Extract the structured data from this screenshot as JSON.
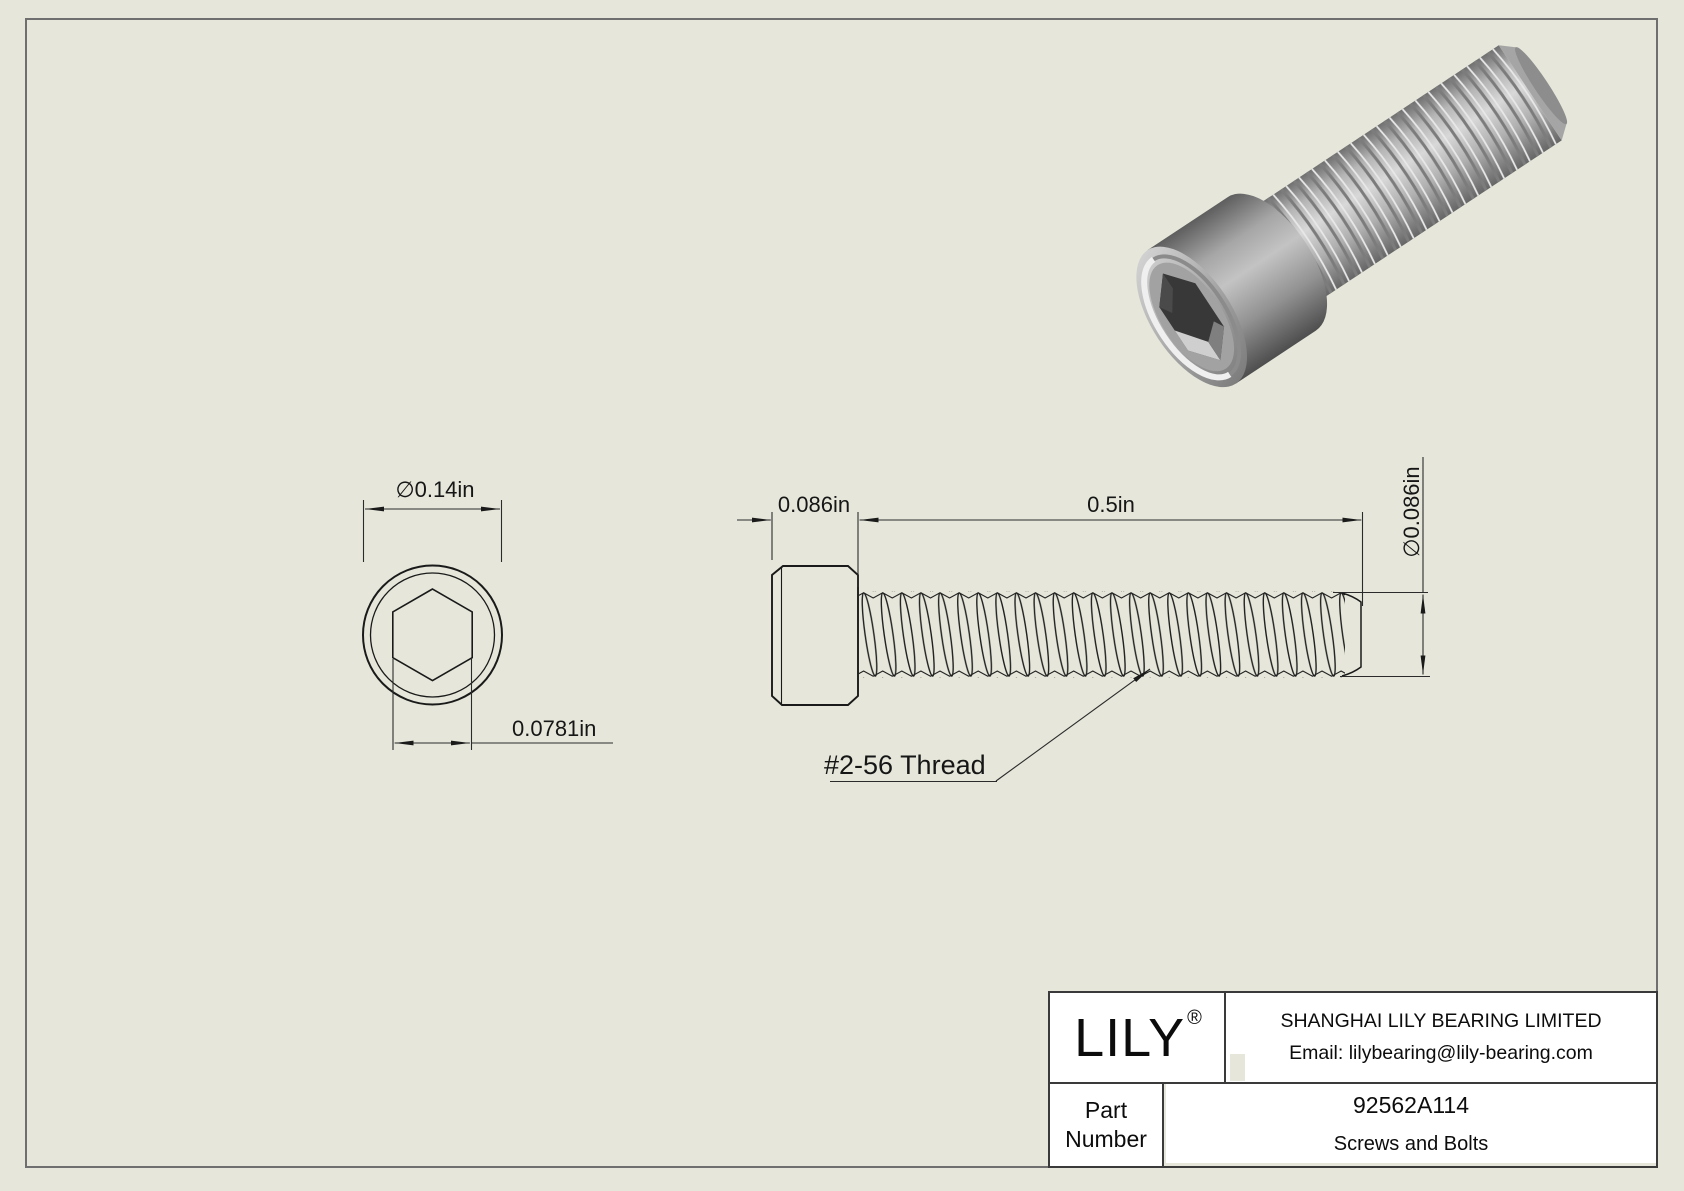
{
  "colors": {
    "background": "#e6e7da",
    "drawing_line": "#1a1a1a",
    "title_block_border": "#3a3a3a",
    "metal_light": "#d6d6d6",
    "metal_dark": "#5a5a5a"
  },
  "views": {
    "end_view": {
      "diameter_label": "∅0.14in",
      "socket_width_label": "0.0781in"
    },
    "side_view": {
      "head_length_label": "0.086in",
      "thread_length_label": "0.5in",
      "diameter_label": "∅0.086in",
      "thread_spec_label": "#2-56 Thread"
    }
  },
  "title_block": {
    "logo": "LILY",
    "registered": "®",
    "company": "SHANGHAI LILY BEARING LIMITED",
    "email": "Email: lilybearing@lily-bearing.com",
    "part_label": "Part Number",
    "part_number": "92562A114",
    "category": "Screws and Bolts"
  }
}
